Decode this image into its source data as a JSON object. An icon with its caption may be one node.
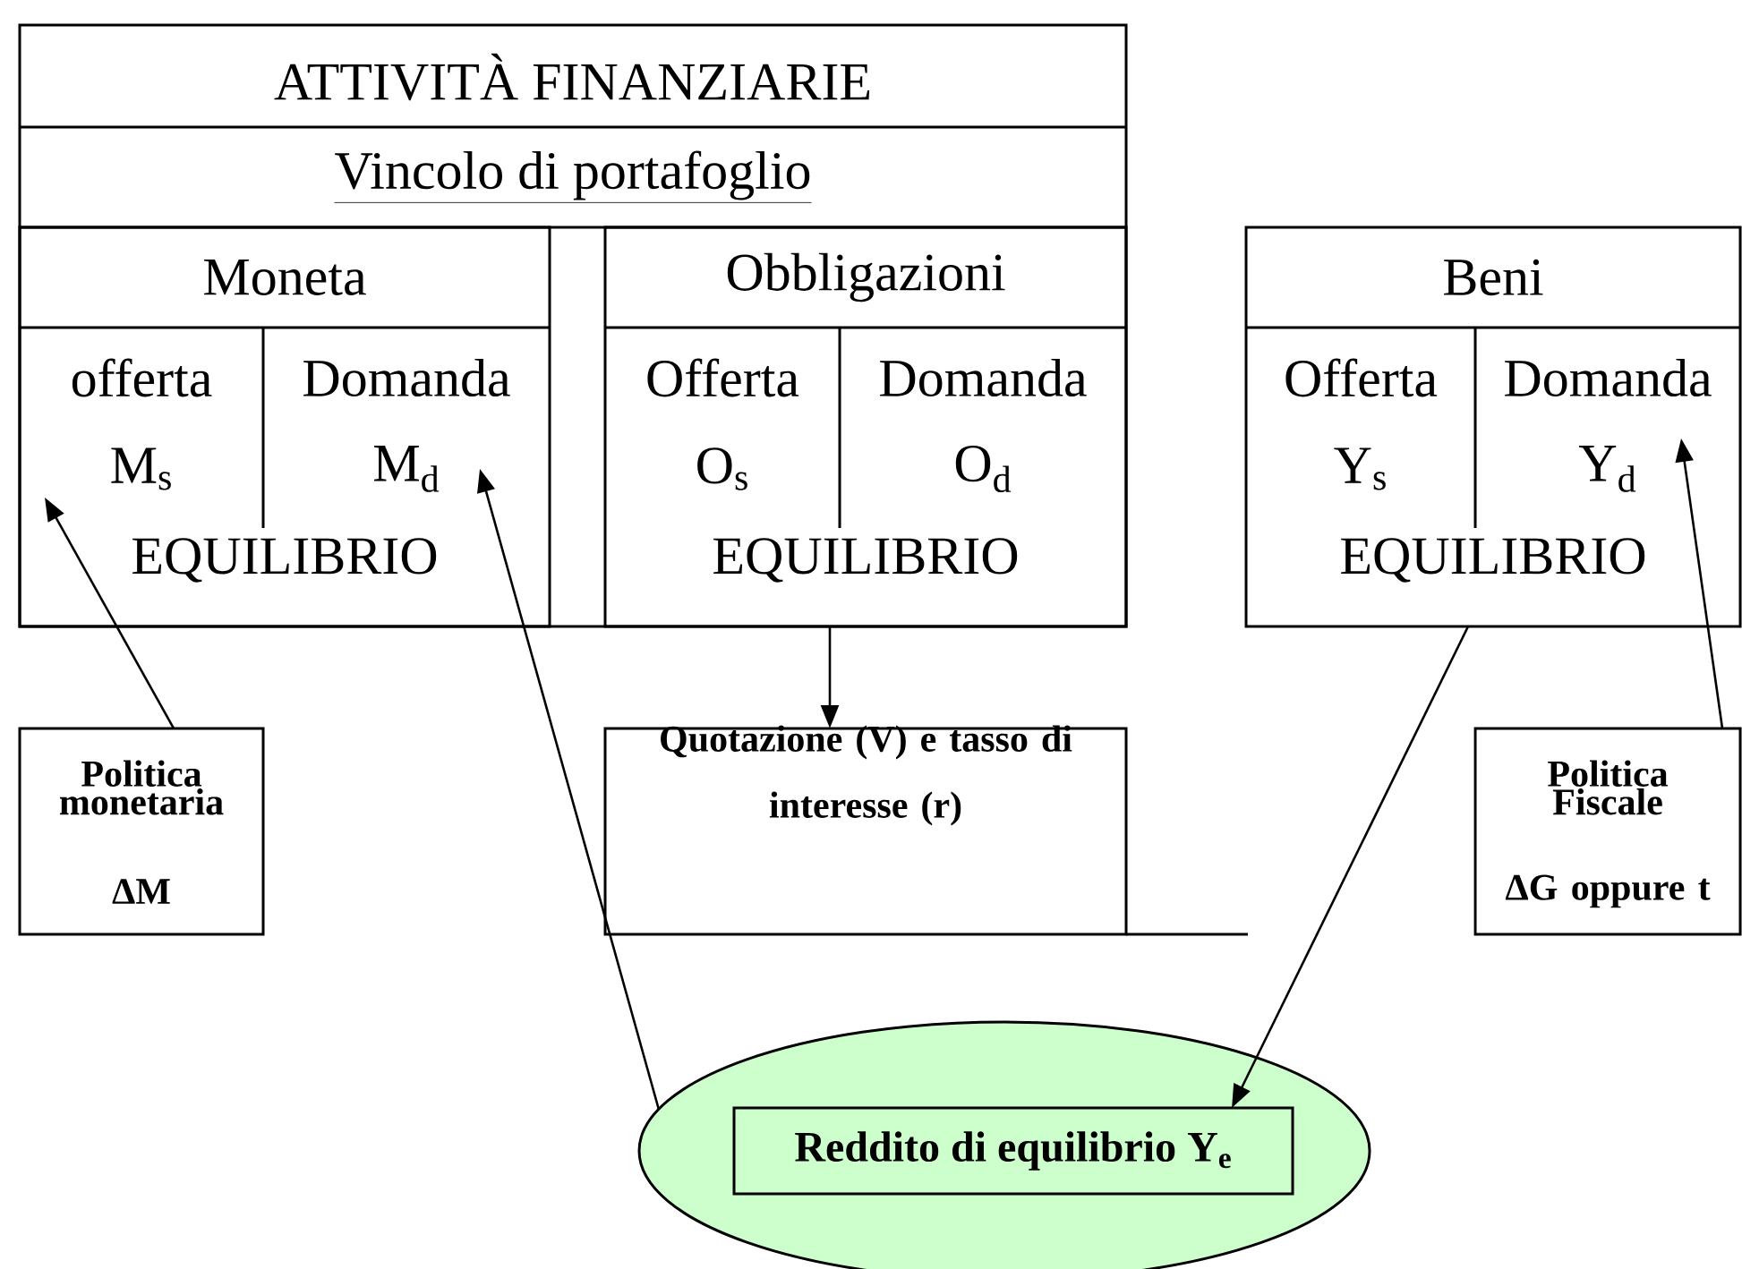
{
  "diagram": {
    "nodes": [
      {
        "text": [
          "ATTIVITÀ FINANZIARIE",
          "Vincolo di portafoglio"
        ]
      },
      {
        "text": [
          "Moneta",
          "EQUILIBRIO"
        ],
        "in": 0
      },
      {
        "text": [
          "offerta",
          "M$_{s}$"
        ],
        "in": 1
      },
      {
        "text": [
          "Domanda",
          "M$_{d}$"
        ],
        "in": 1
      },
      {
        "text": [
          "Obbligazioni",
          "EQUILIBRIO"
        ],
        "in": 0
      },
      {
        "text": [
          "Offerta",
          "O$_{s}$"
        ],
        "in": 4
      },
      {
        "text": [
          "Domanda",
          "O$_{d}$"
        ],
        "in": 4
      },
      {
        "text": [
          "Beni",
          "EQUILIBRIO"
        ]
      },
      {
        "text": [
          "Offerta",
          "Y$_{s}$"
        ],
        "in": 7
      },
      {
        "text": [
          "Domanda",
          "Y$_{d}$"
        ],
        "in": 7
      },
      {
        "text": [
          "Politica monetaria",
          "ΔM"
        ]
      },
      {
        "text": [
          "Quotazione (V) e tasso di interesse (r)"
        ]
      },
      {
        "text": [
          "Politica Fiscale",
          "ΔG oppure t"
        ]
      },
      {
        "text": [],
        "shape": "ellipse"
      },
      {
        "text": [
          "Reddito di equilibrio Y$_{e}$"
        ],
        "in": 13
      }
    ],
    "edges": [
      {
        "from": 10,
        "to": 2,
        "arrow": "to"
      },
      {
        "from": 13,
        "to": 3,
        "arrow": "to"
      },
      {
        "from": 4,
        "to": 11,
        "arrow": "to"
      },
      {
        "from": 7,
        "to": 14,
        "arrow": "to"
      },
      {
        "from": 12,
        "to": 9,
        "arrow": "to"
      }
    ]
  }
}
